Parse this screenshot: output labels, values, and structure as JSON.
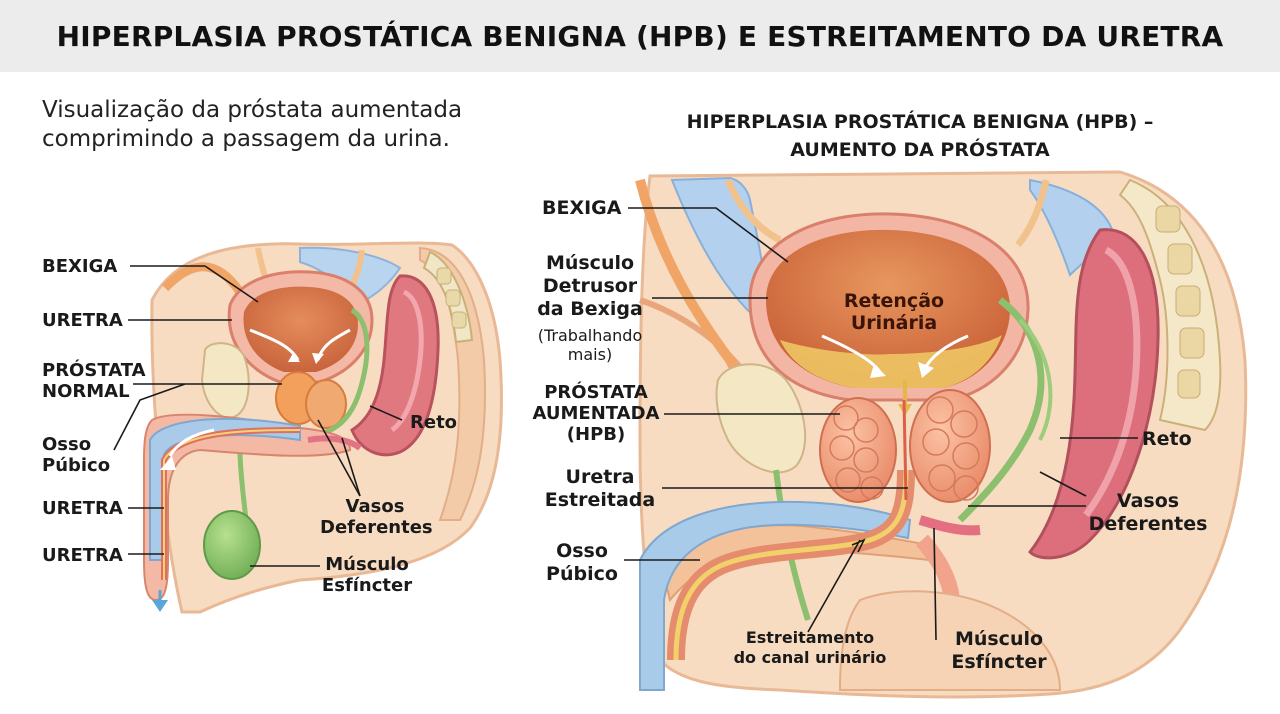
{
  "header": {
    "title": "HIPERPLASIA PROSTÁTICA BENIGNA (HPB) E ESTREITAMENTO DA URETRA"
  },
  "left": {
    "subtitle_line1": "Visualização da próstata aumentada",
    "subtitle_line2": "comprimindo a passagem da urina.",
    "labels": {
      "bexiga": "BEXIGA",
      "uretra_top": "URETRA",
      "prostata_l1": "PRÓSTATA",
      "prostata_l2": "NORMAL",
      "osso_l1": "Osso",
      "osso_l2": "Púbico",
      "uretra_mid": "URETRA",
      "uretra_low": "URETRA",
      "reto": "Reto",
      "vasos_l1": "Vasos",
      "vasos_l2": "Deferentes",
      "musculo_l1": "Músculo",
      "musculo_l2": "Esfíncter"
    }
  },
  "right": {
    "title_line1": "HIPERPLASIA PROSTÁTICA BENIGNA (HPB) –",
    "title_line2": "AUMENTO DA PRÓSTATA",
    "labels": {
      "bexiga": "BEXIGA",
      "detrusor_l1": "Músculo",
      "detrusor_l2": "Detrusor",
      "detrusor_l3": "da Bexiga",
      "detrusor_note_l1": "(Trabalhando",
      "detrusor_note_l2": "mais)",
      "retencao_l1": "Retenção",
      "retencao_l2": "Urinária",
      "prostata_l1": "PRÓSTATA",
      "prostata_l2": "AUMENTADA",
      "prostata_l3": "(HPB)",
      "uretra_l1": "Uretra",
      "uretra_l2": "Estreitada",
      "osso_l1": "Osso",
      "osso_l2": "Púbico",
      "reto": "Reto",
      "vasos_l1": "Vasos",
      "vasos_l2": "Deferentes",
      "estreitamento_l1": "Estreitamento",
      "estreitamento_l2": "do canal urinário",
      "musculo_l1": "Músculo",
      "musculo_l2": "Esfíncter"
    }
  },
  "colors": {
    "skin": "#f6d9bf",
    "skin_dark": "#e6b592",
    "bladder_wall": "#f2b0a0",
    "bladder_inner": "#d9764a",
    "urine": "#eec564",
    "prostate": "#f3a37e",
    "bone": "#f4e7c4",
    "spine_blue": "#9fc4e6",
    "rectum": "#d7707a",
    "vas": "#8cbf6e",
    "urethra_yellow": "#f2d06a",
    "line": "#1a1a1a"
  }
}
